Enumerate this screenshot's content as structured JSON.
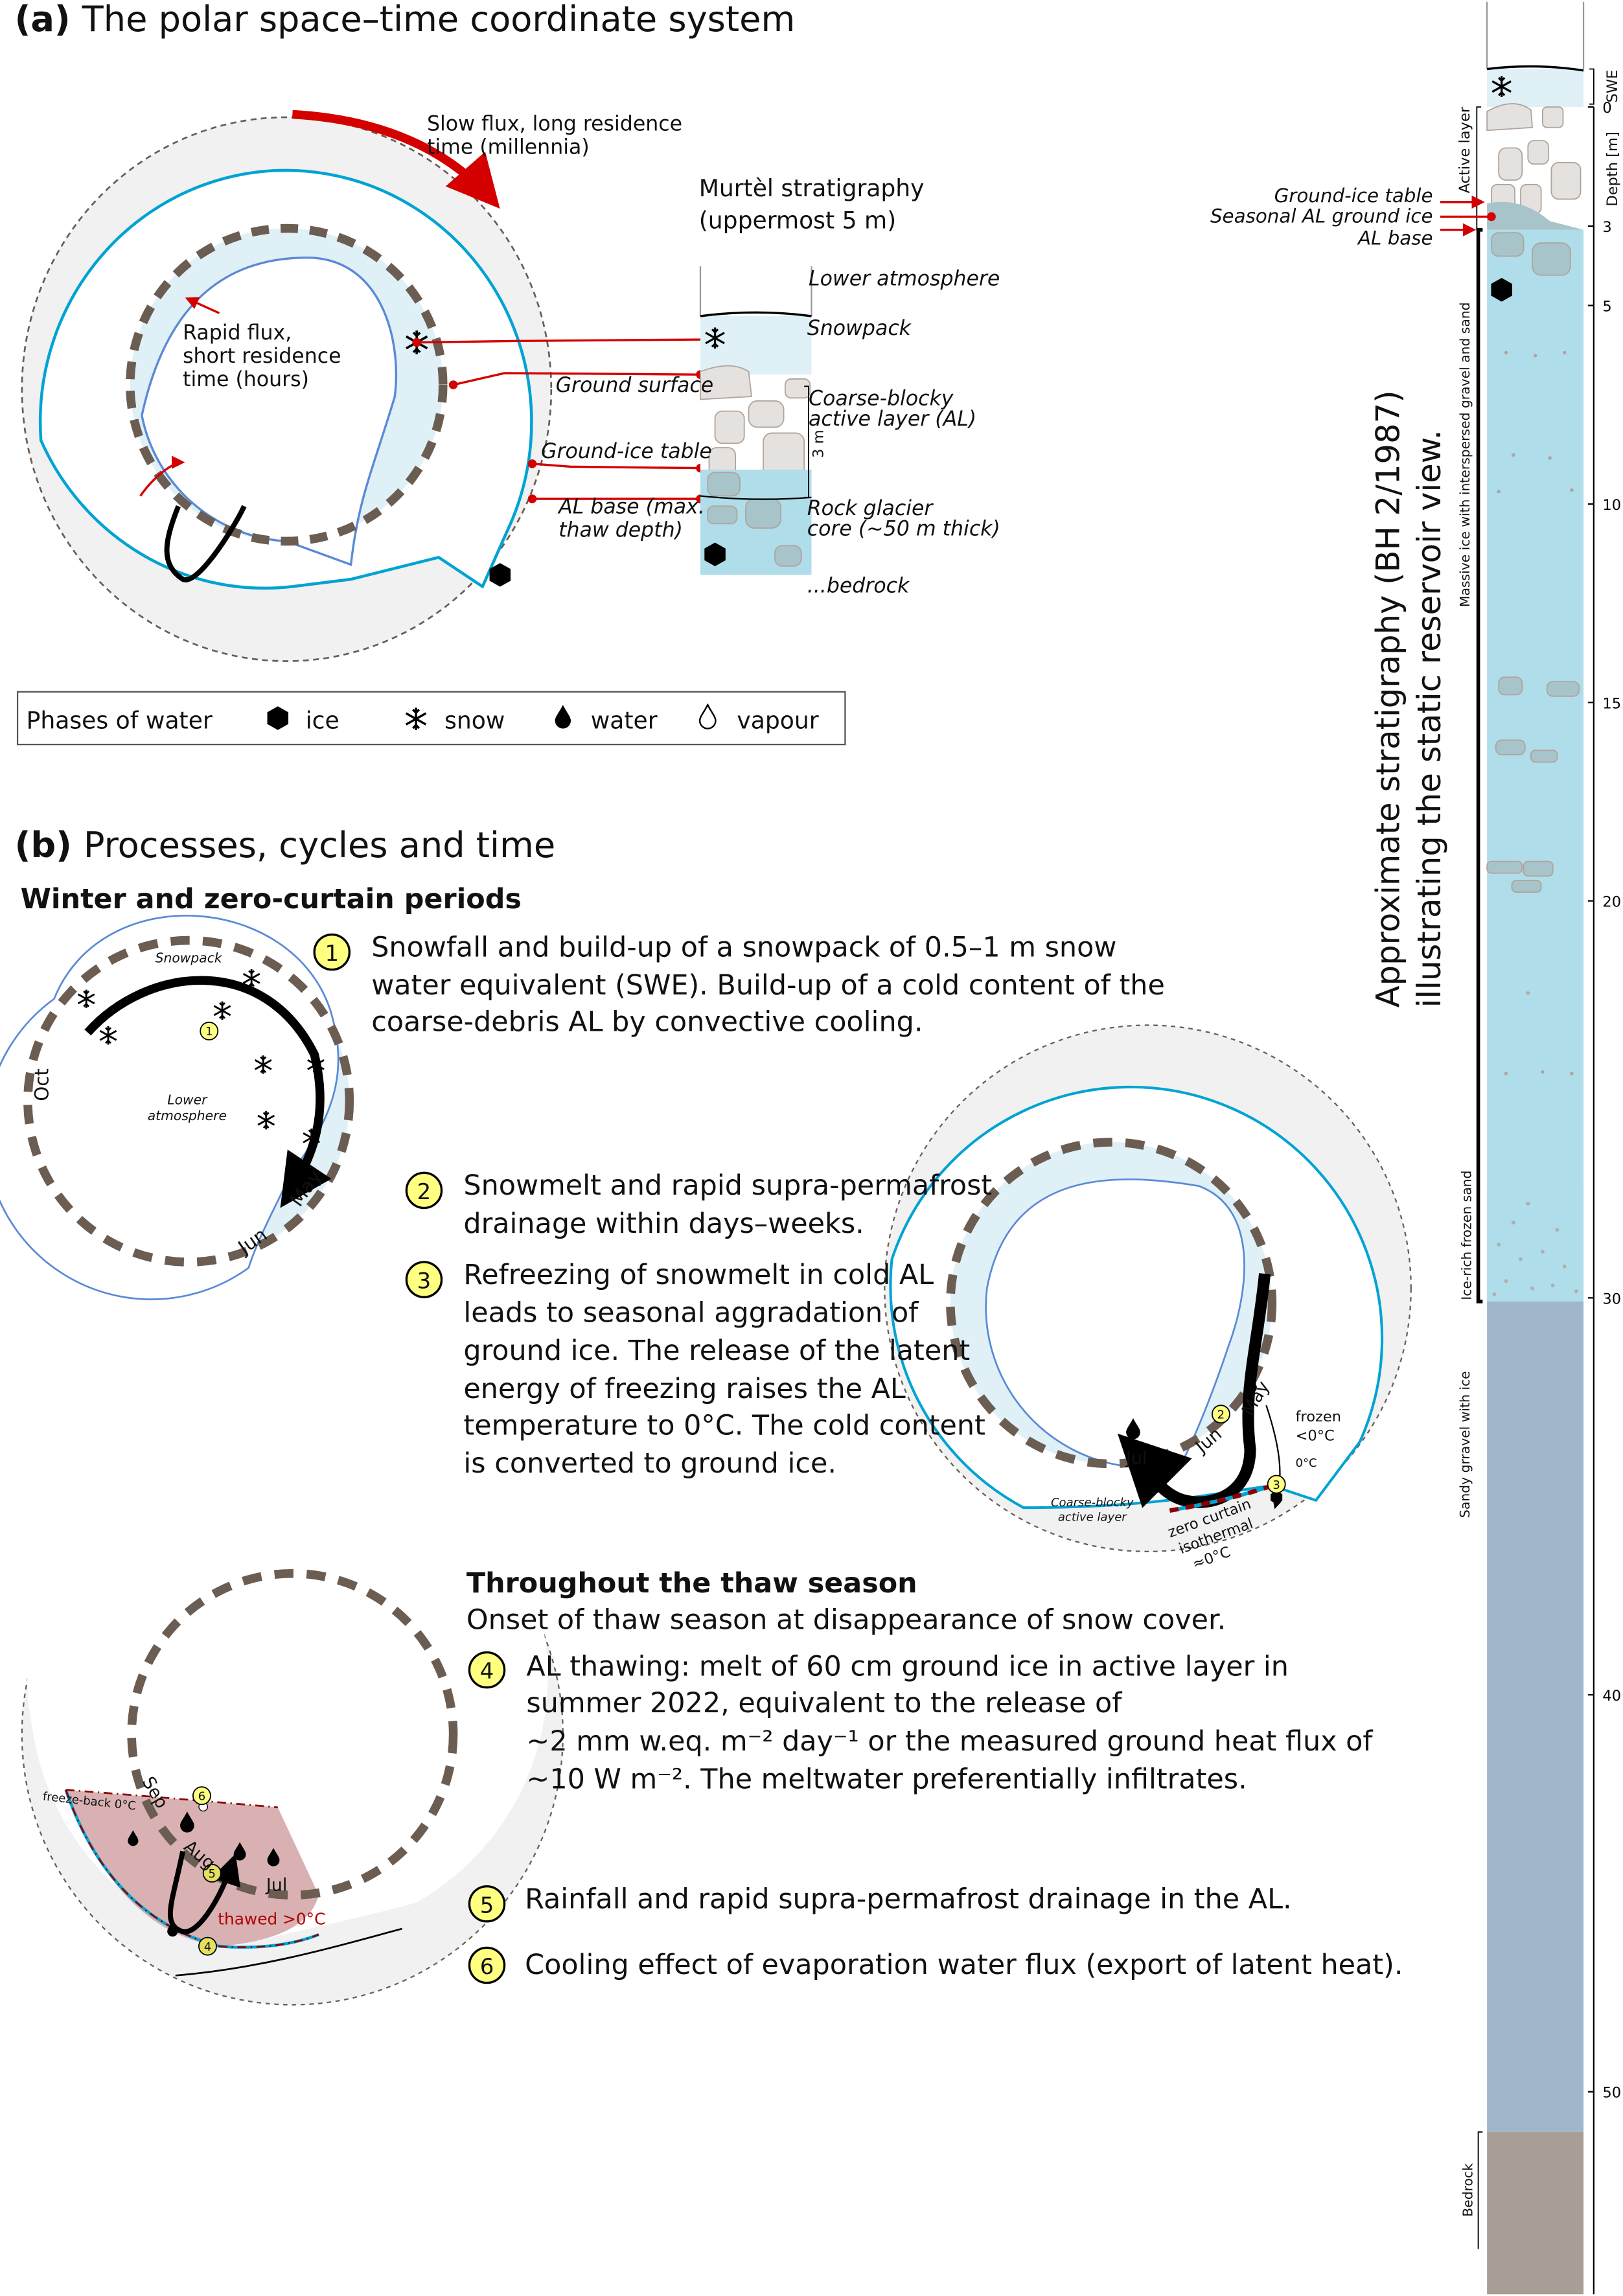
{
  "panel_a": {
    "label": "(a)",
    "title": "The polar space–time coordinate system",
    "slow_flux": [
      "Slow flux, long residence",
      "time (millennia)"
    ],
    "rapid_flux": [
      "Rapid flux,",
      "short residence",
      "time (hours)"
    ],
    "strat_title": [
      "Murtèl stratigraphy",
      "(uppermost 5 m)"
    ],
    "strat_labels": {
      "lower_atmosphere": "Lower atmosphere",
      "snowpack": "Snowpack",
      "ground_surface": "Ground surface",
      "coarse_blocky": [
        "Coarse-blocky",
        "active layer (AL)"
      ],
      "ground_ice_table": "Ground-ice table",
      "al_base": [
        "AL base (max.",
        "thaw depth)"
      ],
      "rock_glacier": [
        "Rock glacier",
        "core (~50 m thick)"
      ],
      "bedrock": "...bedrock",
      "three_m": "3 m"
    },
    "legend": {
      "title": "Phases of water",
      "items": [
        {
          "icon": "hexagon-ice-icon",
          "label": "ice"
        },
        {
          "icon": "snowflake-icon",
          "label": "snow"
        },
        {
          "icon": "water-drop-icon",
          "label": "water"
        },
        {
          "icon": "vapour-drop-icon",
          "label": "vapour"
        }
      ]
    }
  },
  "panel_b": {
    "label": "(b)",
    "title": "Processes, cycles and time",
    "winter_heading": "Winter and zero-curtain periods",
    "thaw_heading": "Throughout the thaw season",
    "thaw_intro": "Onset of thaw season at disappearance of snow cover.",
    "items": [
      {
        "n": "1",
        "lines": [
          "Snowfall and build-up of a snowpack of 0.5–1 m snow",
          "water equivalent (SWE). Build-up of a cold content of the",
          "coarse-debris AL by convective cooling."
        ]
      },
      {
        "n": "2",
        "lines": [
          "Snowmelt and rapid supra-permafrost",
          "drainage within days–weeks."
        ]
      },
      {
        "n": "3",
        "lines": [
          "Refreezing of snowmelt in cold AL",
          "leads to seasonal aggradation of",
          "ground ice. The release of the latent",
          "energy of freezing raises the AL",
          "temperature to 0°C. The cold content",
          "is converted to ground ice."
        ]
      },
      {
        "n": "4",
        "lines": [
          "AL thawing: melt of 60 cm ground ice in active layer in",
          "summer 2022, equivalent to the release of",
          "~2 mm w.eq. m⁻² day⁻¹ or the measured ground heat flux of",
          "~10 W m⁻². The meltwater preferentially infiltrates."
        ]
      },
      {
        "n": "5",
        "lines": [
          "Rainfall and rapid supra-permafrost drainage in the AL."
        ]
      },
      {
        "n": "6",
        "lines": [
          "Cooling effect of evaporation water flux  (export of latent heat)."
        ]
      }
    ],
    "winter_circle": {
      "snowpack": "Snowpack",
      "lower_atmosphere": [
        "Lower",
        "atmosphere"
      ],
      "oct": "Oct",
      "may": "May",
      "jun": "Jun",
      "marker": "1"
    },
    "zero_circle": {
      "jul": "Jul",
      "jun": "Jun",
      "may": "May",
      "frozen": [
        "frozen",
        "<0°C"
      ],
      "zero": "0°C",
      "coarse": [
        "Coarse-blocky",
        "active layer"
      ],
      "zero_curtain": [
        "zero curtain",
        "isothermal",
        "≈0°C"
      ],
      "m2": "2",
      "m3": "3"
    },
    "thaw_circle": {
      "freeze_back": "freeze-back 0°C",
      "sep": "Sep",
      "aug": "Aug",
      "jul": "Jul",
      "thawed": "thawed >0°C",
      "m4": "4",
      "m5": "5",
      "m6": "6"
    }
  },
  "borehole": {
    "title": [
      "Approximate stratigraphy (BH 2/1987)",
      "illustrating the static reservoir view."
    ],
    "ground_ice_table": "Ground-ice table",
    "seasonal_ice": "Seasonal AL ground ice",
    "al_base": "AL base",
    "units": [
      "Active layer",
      "Massive ice  with interspersed gravel and sand",
      "Ice-rich frozen sand",
      "Sandy grravel with ice",
      "Bedrock"
    ],
    "swe_label": "SWE",
    "depth_label": "Depth [m]",
    "ticks": [
      "0",
      "3",
      "5",
      "10",
      "15",
      "20",
      "30",
      "40",
      "50"
    ],
    "colors": {
      "snow": "#dff0f6",
      "ice": "#afdde9",
      "gravel": "#a0b6ca",
      "bedrock": "#a99e95",
      "accent": "#d40000"
    }
  }
}
